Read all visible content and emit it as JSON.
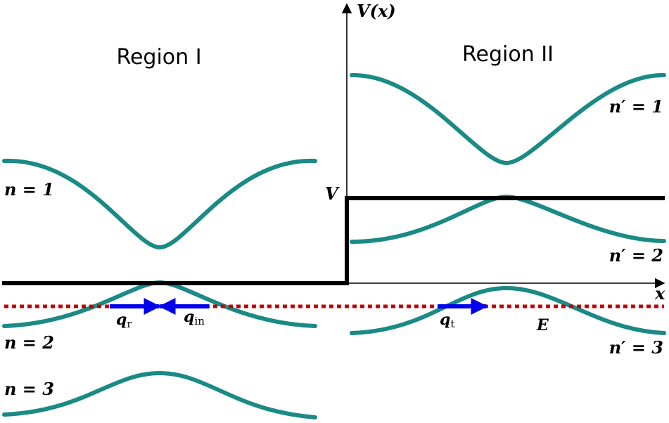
{
  "regions": {
    "left_title": "Region I",
    "right_title": "Region II"
  },
  "axes": {
    "y_label_main": "V",
    "y_label_arg": "(x)",
    "x_label": "x"
  },
  "step": {
    "label": "V"
  },
  "energy": {
    "label": "E"
  },
  "bands_left": {
    "n1": "n = 1",
    "n2": "n = 2",
    "n3": "n = 3"
  },
  "bands_right": {
    "n1": "n′ = 1",
    "n2": "n′ = 2",
    "n3": "n′ = 3"
  },
  "wavevectors": {
    "q": "q",
    "reflected_sub": "r",
    "incident_sub": "in",
    "transmitted_sub": "t"
  },
  "colors": {
    "band": "#1a8a86",
    "potential": "#000000",
    "energy_line": "#c00000",
    "arrow": "#0000ee"
  }
}
